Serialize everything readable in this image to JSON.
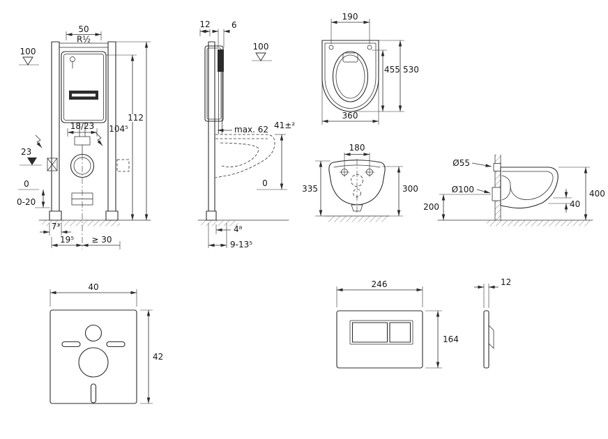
{
  "page": {
    "background": "#ffffff",
    "line_color": "#2b2b2b"
  },
  "views": {
    "frame_front": {
      "dims": {
        "top_width": "50",
        "thread": "R½",
        "level_100": "100",
        "total_height": "112",
        "inner_height": "104⁵",
        "tank_depth": "18/23",
        "level_23": "23",
        "level_0": "0",
        "foot_range": "0-20",
        "foot_width": "7³",
        "center_offset": "19⁵",
        "min_side": "≥ 30"
      }
    },
    "frame_side": {
      "dims": {
        "d12": "12",
        "d6": "6",
        "level_100": "100",
        "max_62": "max. 62",
        "seat_height": "41±²",
        "level_0": "0",
        "d48": "4⁸",
        "depth_range": "9-13⁵"
      }
    },
    "bowl_top": {
      "dims": {
        "w190": "190",
        "d455": "455",
        "d530": "530",
        "w360": "360"
      }
    },
    "bowl_front": {
      "dims": {
        "w180": "180",
        "h335": "335",
        "h300": "300"
      }
    },
    "bowl_side": {
      "dims": {
        "dia55": "Ø55",
        "dia100": "Ø100",
        "h200": "200",
        "t40": "40",
        "h400": "400"
      }
    },
    "mat": {
      "dims": {
        "w40": "40",
        "h42": "42"
      }
    },
    "plate_front": {
      "dims": {
        "w246": "246",
        "h164": "164"
      }
    },
    "plate_side": {
      "dims": {
        "t12": "12"
      }
    }
  }
}
